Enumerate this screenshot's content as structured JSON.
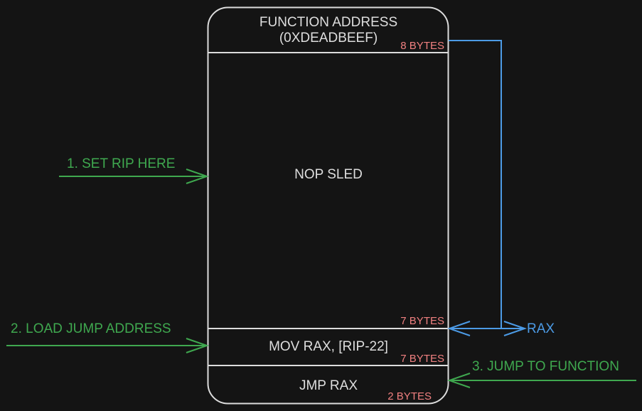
{
  "memory_block": {
    "segments": [
      {
        "label_line1": "FUNCTION ADDRESS",
        "label_line2": "(0XDEADBEEF)",
        "size": "8 BYTES"
      },
      {
        "label": "NOP SLED",
        "size": "7 BYTES"
      },
      {
        "label": "MOV RAX, [RIP-22]",
        "size": "7 BYTES"
      },
      {
        "label": "JMP RAX",
        "size": "2 BYTES"
      }
    ]
  },
  "steps": {
    "step1": "1. SET RIP HERE",
    "step2": "2. LOAD JUMP ADDRESS",
    "step3": "3. JUMP TO FUNCTION"
  },
  "register": {
    "label": "RAX"
  },
  "colors": {
    "background": "#141414",
    "box_stroke": "#dcdcdc",
    "text": "#dedede",
    "bytes": "#f08080",
    "step_arrows": "#3fa84f",
    "register_arrow": "#4c9be6"
  }
}
